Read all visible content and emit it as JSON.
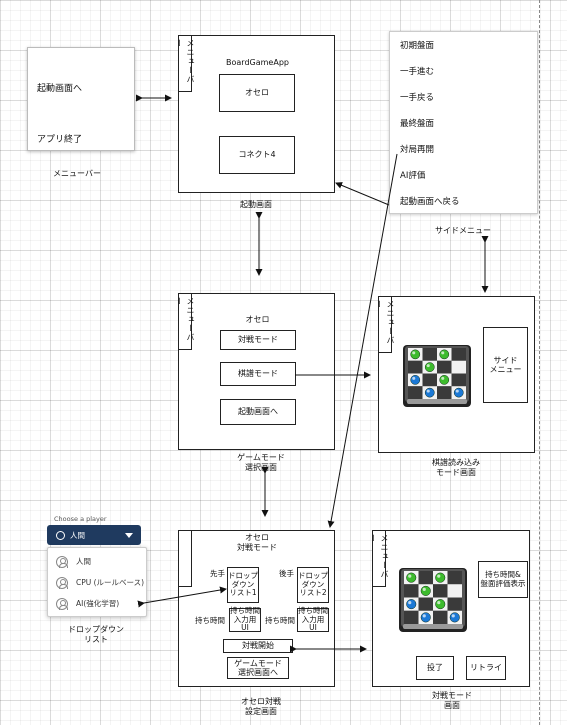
{
  "menubar": {
    "back_to_start": "起動画面へ",
    "quit_app": "アプリ終了",
    "caption": "メニューバー"
  },
  "side_menu": {
    "items": [
      "初期盤面",
      "一手進む",
      "一手戻る",
      "最終盤面",
      "対局再開",
      "AI評価",
      "起動画面へ戻る"
    ],
    "caption": "サイドメニュー"
  },
  "start_screen": {
    "vertical_label": "メニューバー",
    "app_title": "BoardGameApp",
    "othello_button": "オセロ",
    "connect4_button": "コネクト4",
    "caption": "起動画面"
  },
  "mode_select": {
    "vertical_label": "メニューバー",
    "title": "オセロ",
    "battle_mode_button": "対戦モード",
    "record_mode_button": "棋譜モード",
    "back_button": "起動画面へ",
    "caption_line1": "ゲームモード",
    "caption_line2": "選択画面"
  },
  "record_screen": {
    "vertical_label": "メニューバー",
    "side_menu_box_line1": "サイド",
    "side_menu_box_line2": "メニュー",
    "caption_line1": "棋譜読み込み",
    "caption_line2": "モード画面"
  },
  "dropdown_widget": {
    "header": "Choose a player",
    "selected": "人間",
    "options": [
      "人間",
      "CPU (ルールベース)",
      "AI(強化学習)"
    ],
    "caption_line1": "ドロップダウン",
    "caption_line2": "リスト"
  },
  "battle_setup": {
    "title_line1": "オセロ",
    "title_line2": "対戦モード",
    "first_player_label": "先手",
    "second_player_label": "後手",
    "dropdown1_lines": [
      "ドロップ",
      "ダウン",
      "リスト1"
    ],
    "dropdown2_lines": [
      "ドロップ",
      "ダウン",
      "リスト2"
    ],
    "time_label_1": "持ち時間",
    "time_label_2": "持ち時間",
    "time_input_1_lines": [
      "持ち時間",
      "入力用UI"
    ],
    "time_input_2_lines": [
      "持ち時間",
      "入力用UI"
    ],
    "start_button": "対戦開始",
    "back_button_line1": "ゲームモード",
    "back_button_line2": "選択画面へ",
    "caption_line1": "オセロ対戦",
    "caption_line2": "設定画面"
  },
  "battle_screen": {
    "vertical_label": "メニューバー",
    "info_box_line1": "持ち時間&",
    "info_box_line2": "盤面評価表示",
    "resign_button": "投了",
    "retry_button": "リトライ",
    "caption_line1": "対戦モード",
    "caption_line2": "画面"
  },
  "colors": {
    "frame": "#222222",
    "dropdown_header": "#1f3a5f",
    "marble_green": "#3dbb2d",
    "marble_blue": "#1c79d6"
  }
}
